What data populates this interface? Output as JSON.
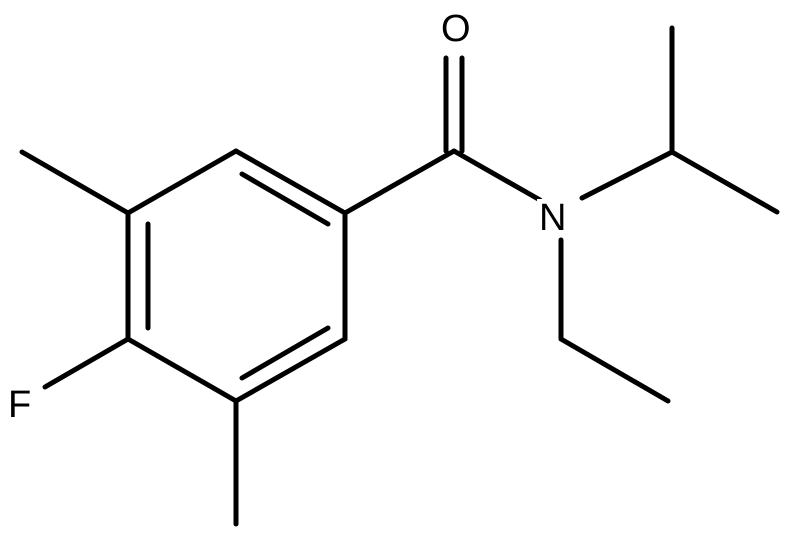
{
  "molecule": {
    "atoms": {
      "oxygen": "O",
      "nitrogen": "N",
      "fluorine": "F"
    },
    "colors": {
      "bond": "#000000",
      "label": "#000000",
      "background": "#ffffff"
    }
  }
}
